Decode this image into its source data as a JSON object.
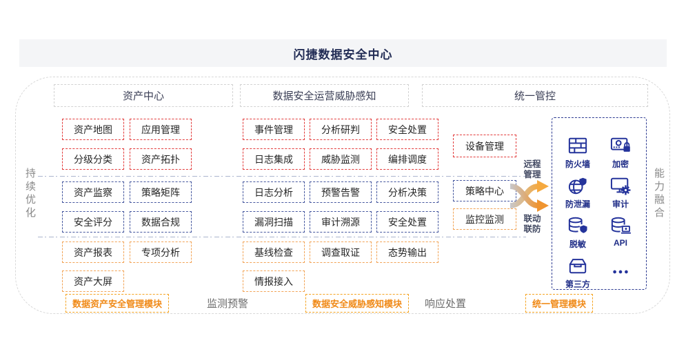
{
  "title": "闪捷数据安全中心",
  "side_labels": {
    "left": "持续优化",
    "right": "能力融合"
  },
  "columns": [
    {
      "header": "资产中心",
      "red": [
        "资产地图",
        "应用管理",
        "分级分类",
        "资产拓扑"
      ],
      "navy": [
        "资产监察",
        "策略矩阵",
        "安全评分",
        "数据合规"
      ],
      "orange": [
        "资产报表",
        "专项分析",
        "资产大屏"
      ],
      "module": "数据资产安全管理模块"
    },
    {
      "header": "数据安全运营威胁感知",
      "red": [
        "事件管理",
        "分析研判",
        "安全处置",
        "日志集成",
        "威胁监测",
        "编排调度"
      ],
      "navy": [
        "日志分析",
        "预警告警",
        "分析决策",
        "漏洞扫描",
        "审计溯源",
        "安全处置"
      ],
      "orange": [
        "基线检查",
        "调查取证",
        "态势输出",
        "情报接入"
      ],
      "module": "数据安全威胁感知模块"
    },
    {
      "header": "统一管控",
      "red": [
        "设备管理"
      ],
      "navy": [
        "策略中心"
      ],
      "orange": [
        "监控监测"
      ],
      "module": "统一管理模块"
    }
  ],
  "flow_labels": {
    "monitor": "监测预警",
    "respond": "响应处置"
  },
  "arrow_labels": {
    "top": "远程管理",
    "bottom": "联动联防"
  },
  "icon_panel": {
    "items": [
      {
        "icon": "firewall-icon",
        "label": "防火墙"
      },
      {
        "icon": "encryption-icon",
        "label": "加密"
      },
      {
        "icon": "leak-prevention-icon",
        "label": "防泄漏"
      },
      {
        "icon": "audit-icon",
        "label": "审计"
      },
      {
        "icon": "data-masking-icon",
        "label": "脱敏"
      },
      {
        "icon": "api-icon",
        "label": "API"
      },
      {
        "icon": "third-party-icon",
        "label": "第三方"
      },
      {
        "icon": "ellipsis-icon",
        "label": ""
      }
    ]
  },
  "colors": {
    "red": "#e23a3a",
    "navy": "#44569e",
    "orange": "#f2a355",
    "accent_orange": "#f08a18",
    "icon_navy": "#24339b",
    "title_navy": "#222c55",
    "banner_bg": "#f4f5f7"
  }
}
